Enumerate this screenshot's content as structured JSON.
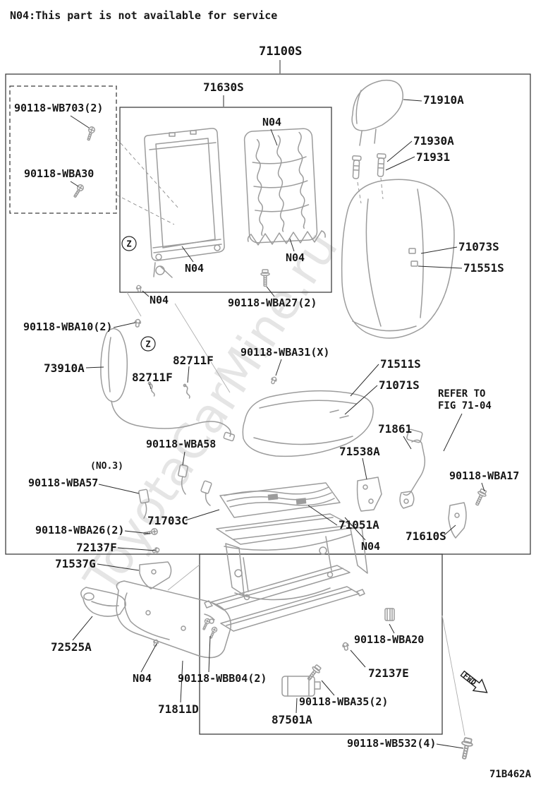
{
  "note": "N04:This part is not available for service",
  "diagram_code": "71B462A",
  "watermark": "ToyotaCarMine.ru",
  "fwd_label": "FWD",
  "zone_marker": "Z",
  "refer_line1": "REFER TO",
  "refer_line2": "FIG 71-04",
  "labels": {
    "main": "71100S",
    "seatback_frame_assy": "71630S",
    "wb703": "90118-WB703(2)",
    "wba30": "90118-WBA30",
    "headrest": "71910A",
    "headrest_support": "71930A",
    "headrest_support2": "71931",
    "n04": "N04",
    "p71073s": "71073S",
    "p71551s": "71551S",
    "wba27": "90118-WBA27(2)",
    "wba10": "90118-WBA10(2)",
    "p73910a": "73910A",
    "p82711f": "82711F",
    "wba31": "90118-WBA31(X)",
    "p71511s": "71511S",
    "p71071s": "71071S",
    "p71861": "71861",
    "p71538a": "71538A",
    "wba58": "90118-WBA58",
    "no3": "(NO.3)",
    "wba57": "90118-WBA57",
    "wba17": "90118-WBA17",
    "p71703c": "71703C",
    "p71051a": "71051A",
    "p71610s": "71610S",
    "wba26": "90118-WBA26(2)",
    "p72137f": "72137F",
    "p71537g": "71537G",
    "p72525a": "72525A",
    "wbb04": "90118-WBB04(2)",
    "p71811d": "71811D",
    "wba20": "90118-WBA20",
    "p72137e": "72137E",
    "wba35": "90118-WBA35(2)",
    "p87501a": "87501A",
    "wb532": "90118-WB532(4)"
  }
}
